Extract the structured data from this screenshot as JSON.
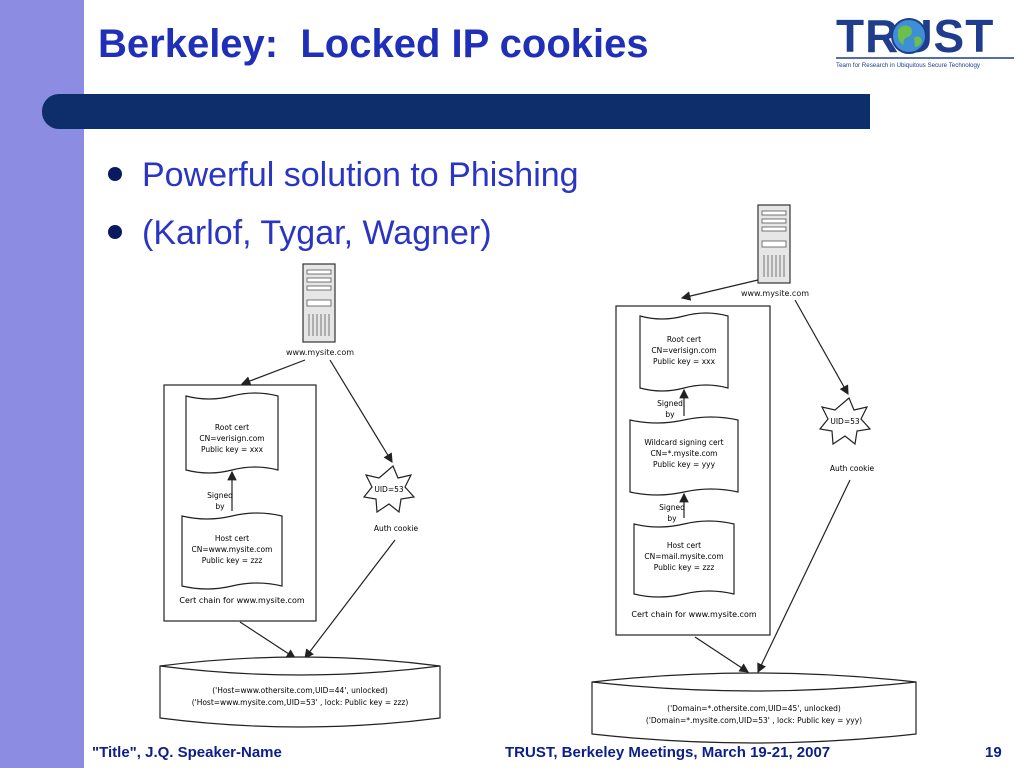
{
  "slide": {
    "title": "Berkeley:  Locked IP cookies",
    "bullets": [
      "Powerful solution to Phishing",
      "(Karlof, Tygar, Wagner)"
    ]
  },
  "logo": {
    "wordmark": "TRUST",
    "tagline": "Team for Research in Ubiquitous Secure Technology"
  },
  "footer": {
    "left": "\"Title\", J.Q. Speaker-Name",
    "center": "TRUST, Berkeley Meetings, March 19-21, 2007",
    "page": "19"
  },
  "diagram_left": {
    "server_label": "www.mysite.com",
    "root_cert": [
      "Root cert",
      "CN=verisign.com",
      "Public key = xxx"
    ],
    "signed_by": [
      "Signed",
      "by"
    ],
    "host_cert": [
      "Host cert",
      "CN=www.mysite.com",
      "Public key = zzz"
    ],
    "chain_label": "Cert chain for www.mysite.com",
    "cookie": "UID=53",
    "cookie_label": "Auth cookie",
    "store_lines": [
      "('Host=www.othersite.com,UID=44', unlocked)",
      "('Host=www.mysite.com,UID=53' , lock: Public key = zzz)"
    ]
  },
  "diagram_right": {
    "server_label": "www.mysite.com",
    "root_cert": [
      "Root cert",
      "CN=verisign.com",
      "Public key = xxx"
    ],
    "signed_by_1": [
      "Signed",
      "by"
    ],
    "wildcard_cert": [
      "Wildcard signing cert",
      "CN=*.mysite.com",
      "Public key = yyy"
    ],
    "signed_by_2": [
      "Signed",
      "by"
    ],
    "host_cert": [
      "Host cert",
      "CN=mail.mysite.com",
      "Public key = zzz"
    ],
    "chain_label": "Cert chain for www.mysite.com",
    "cookie": "UID=53",
    "cookie_label": "Auth cookie",
    "store_lines": [
      "('Domain=*.othersite.com,UID=45', unlocked)",
      "('Domain=*.mysite.com,UID=53' , lock: Public key = yyy)"
    ]
  },
  "colors": {
    "left_band": "#8c8ce3",
    "title_bar": "#0d2e6a",
    "title_text": "#1f2fb8",
    "bullet_text": "#2a35c4",
    "footer_text": "#0b1f8a"
  }
}
